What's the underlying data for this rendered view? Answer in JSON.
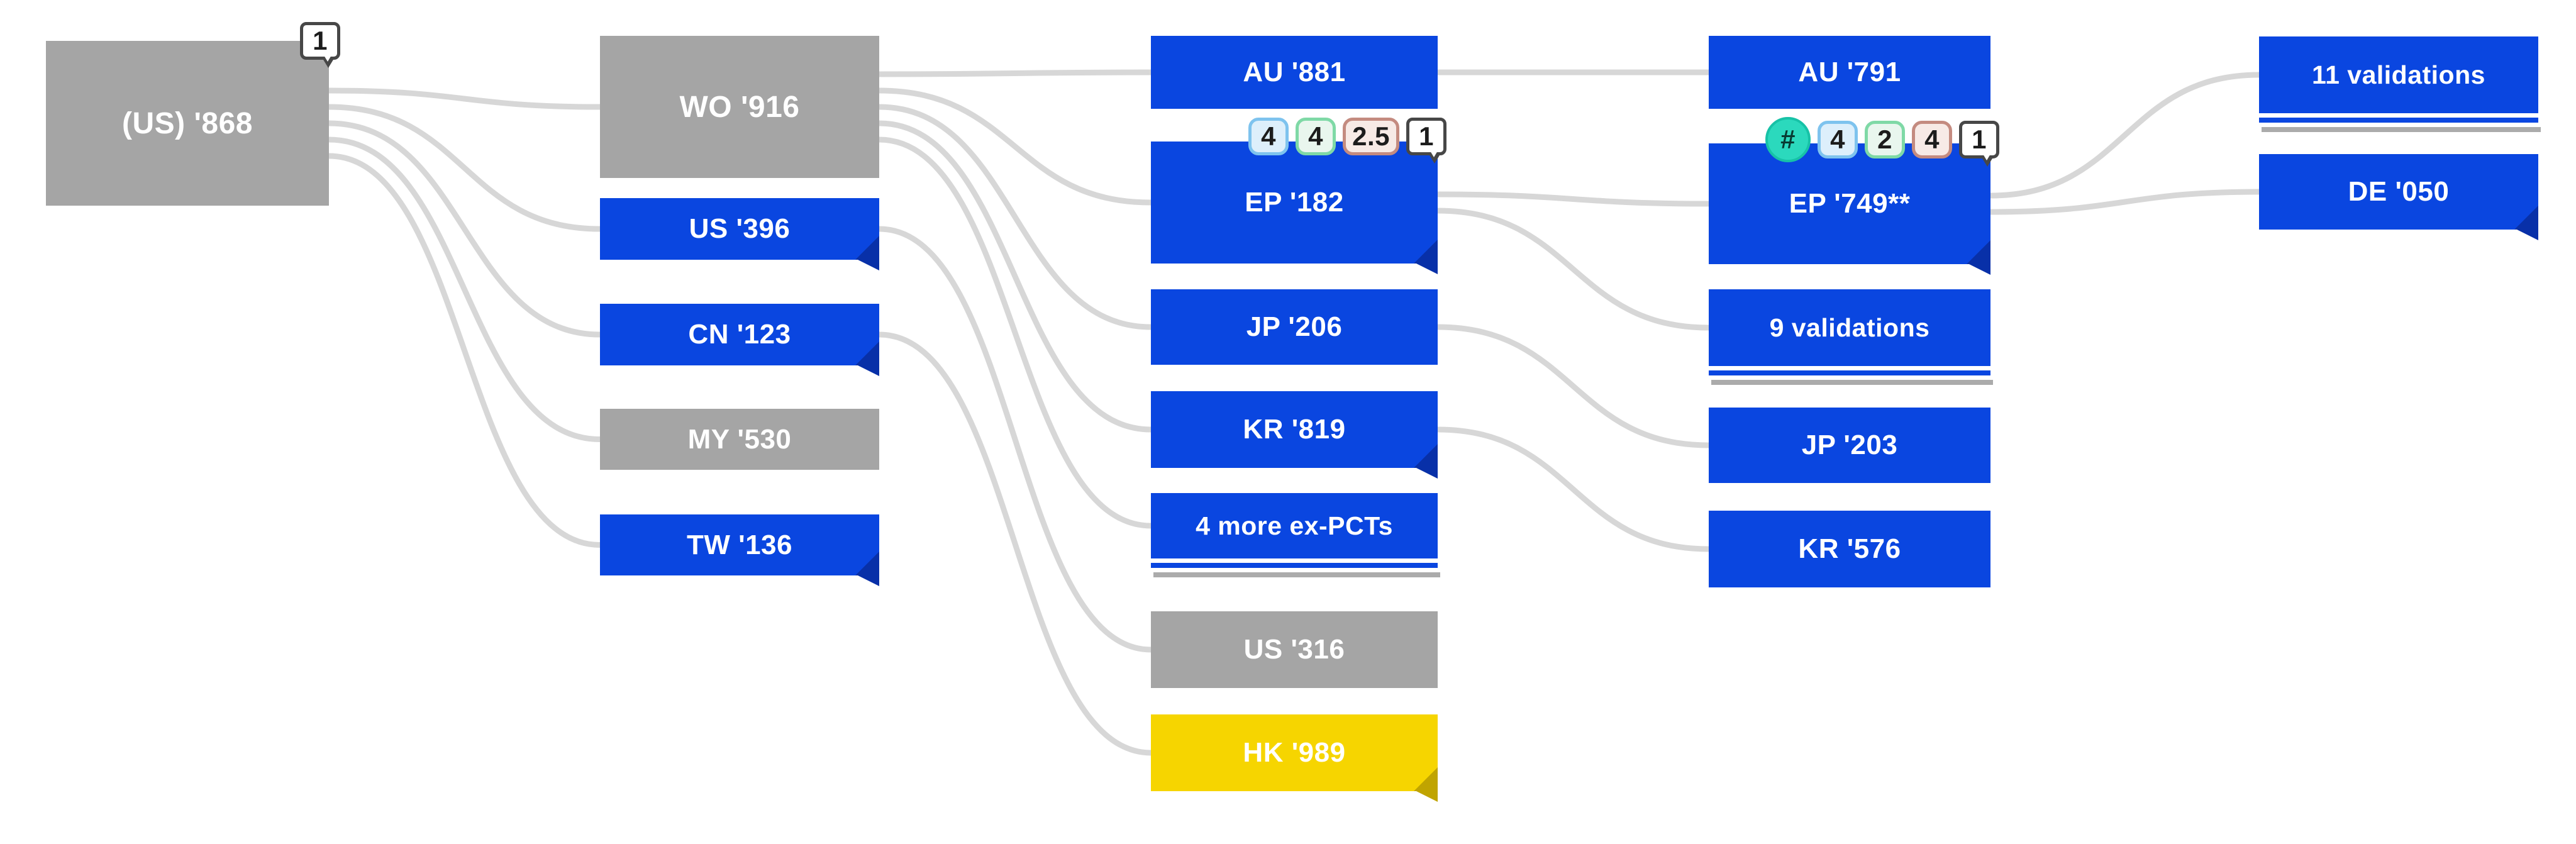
{
  "diagram": {
    "kind": "patent-family-tree",
    "background_color": "#ffffff",
    "connector_color": "#d7d7d7",
    "palette": {
      "active_blue": "#0a46e0",
      "inactive_gray": "#a5a5a5",
      "pending_yellow": "#f6d500",
      "fold_blue": "#0830a8",
      "fold_yellow": "#c0a400",
      "badge_blue_border": "#7ec3ee",
      "badge_green_border": "#7fd9a6",
      "badge_red_border": "#c48b80",
      "badge_hash_teal": "#2bd9bd",
      "note_border": "#474747"
    }
  },
  "nodes": {
    "us868": {
      "label": "(US) '868",
      "color": "gray",
      "badges": [
        {
          "value": "1",
          "kind": "note"
        }
      ]
    },
    "wo916": {
      "label": "WO '916",
      "color": "gray"
    },
    "us396": {
      "label": "US '396",
      "color": "blue",
      "granted": true
    },
    "cn123": {
      "label": "CN '123",
      "color": "blue",
      "granted": true
    },
    "my530": {
      "label": "MY '530",
      "color": "gray"
    },
    "tw136": {
      "label": "TW '136",
      "color": "blue",
      "granted": true
    },
    "au881": {
      "label": "AU '881",
      "color": "blue"
    },
    "ep182": {
      "label": "EP '182",
      "color": "blue",
      "granted": true,
      "badges": [
        {
          "value": "4",
          "kind": "cite-blue"
        },
        {
          "value": "4",
          "kind": "cite-green"
        },
        {
          "value": "2.5",
          "kind": "cite-red"
        },
        {
          "value": "1",
          "kind": "note"
        }
      ]
    },
    "jp206": {
      "label": "JP '206",
      "color": "blue"
    },
    "kr819": {
      "label": "KR '819",
      "color": "blue",
      "granted": true
    },
    "expcts": {
      "label": "4 more ex-PCTs",
      "color": "blue",
      "stacked": true
    },
    "us316": {
      "label": "US '316",
      "color": "gray"
    },
    "hk989": {
      "label": "HK '989",
      "color": "yellow",
      "granted": true
    },
    "au791": {
      "label": "AU '791",
      "color": "blue"
    },
    "ep749": {
      "label": "EP '749**",
      "color": "blue",
      "granted": true,
      "badges": [
        {
          "value": "#",
          "kind": "hash"
        },
        {
          "value": "4",
          "kind": "cite-blue"
        },
        {
          "value": "2",
          "kind": "cite-green"
        },
        {
          "value": "4",
          "kind": "cite-red"
        },
        {
          "value": "1",
          "kind": "note"
        }
      ]
    },
    "valid9": {
      "label": "9 validations",
      "color": "blue",
      "stacked": true
    },
    "jp203": {
      "label": "JP '203",
      "color": "blue"
    },
    "kr576": {
      "label": "KR '576",
      "color": "blue"
    },
    "valid11": {
      "label": "11 validations",
      "color": "blue",
      "stacked": true
    },
    "de050": {
      "label": "DE '050",
      "color": "blue",
      "granted": true
    }
  },
  "edges": [
    {
      "from": "us868",
      "to": "wo916"
    },
    {
      "from": "us868",
      "to": "us396"
    },
    {
      "from": "us868",
      "to": "cn123"
    },
    {
      "from": "us868",
      "to": "my530"
    },
    {
      "from": "us868",
      "to": "tw136"
    },
    {
      "from": "wo916",
      "to": "au881"
    },
    {
      "from": "wo916",
      "to": "ep182"
    },
    {
      "from": "wo916",
      "to": "jp206"
    },
    {
      "from": "wo916",
      "to": "kr819"
    },
    {
      "from": "wo916",
      "to": "expcts"
    },
    {
      "from": "us396",
      "to": "us316"
    },
    {
      "from": "cn123",
      "to": "hk989"
    },
    {
      "from": "au881",
      "to": "au791"
    },
    {
      "from": "ep182",
      "to": "ep749"
    },
    {
      "from": "ep182",
      "to": "valid9"
    },
    {
      "from": "jp206",
      "to": "jp203"
    },
    {
      "from": "kr819",
      "to": "kr576"
    },
    {
      "from": "ep749",
      "to": "valid11"
    },
    {
      "from": "ep749",
      "to": "de050"
    }
  ]
}
